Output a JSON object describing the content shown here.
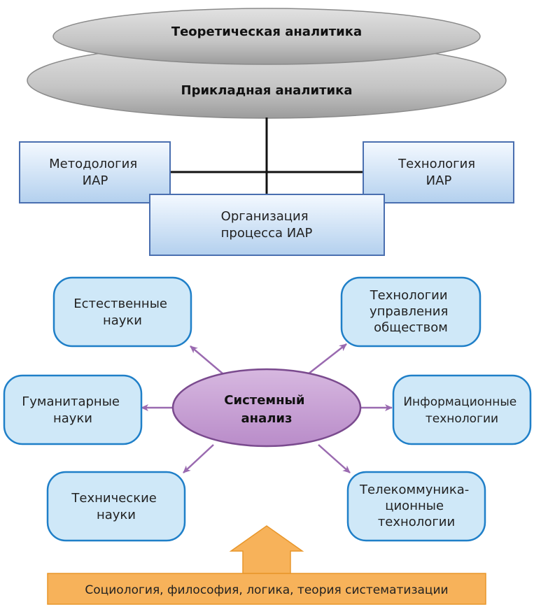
{
  "ellipses": {
    "top": "Теоретическая аналитика",
    "bottom": "Прикладная аналитика"
  },
  "boxes": {
    "methodology": [
      "Методология",
      "ИАР"
    ],
    "technology": [
      "Технология",
      "ИАР"
    ],
    "organization": [
      "Организация",
      "процесса ИАР"
    ]
  },
  "center": [
    "Системный",
    "анализ"
  ],
  "satellites": {
    "natural": [
      "Естественные",
      "науки"
    ],
    "humanities": [
      "Гуманитарные",
      "науки"
    ],
    "technical": [
      "Технические",
      "науки"
    ],
    "society": [
      "Технологии",
      "управления",
      "обществом"
    ],
    "info": [
      "Информационные",
      "технологии"
    ],
    "telecom": [
      "Телекоммуника-",
      "ционные",
      "технологии"
    ]
  },
  "foundation": "Социология, философия, логика, теория систематизации",
  "colors": {
    "ellipse_fill": "#c8c8c8",
    "box_fill": "#cfe3f6",
    "box_stroke": "#4a6fb0",
    "satellite_fill": "#cfe8f8",
    "satellite_stroke": "#1f7fc8",
    "center_fill": "#c8a2d2",
    "center_stroke": "#7a4a8e",
    "arrow_color": "#9a6ab0",
    "foundation_fill": "#f7b25a",
    "foundation_stroke": "#e8962a"
  }
}
